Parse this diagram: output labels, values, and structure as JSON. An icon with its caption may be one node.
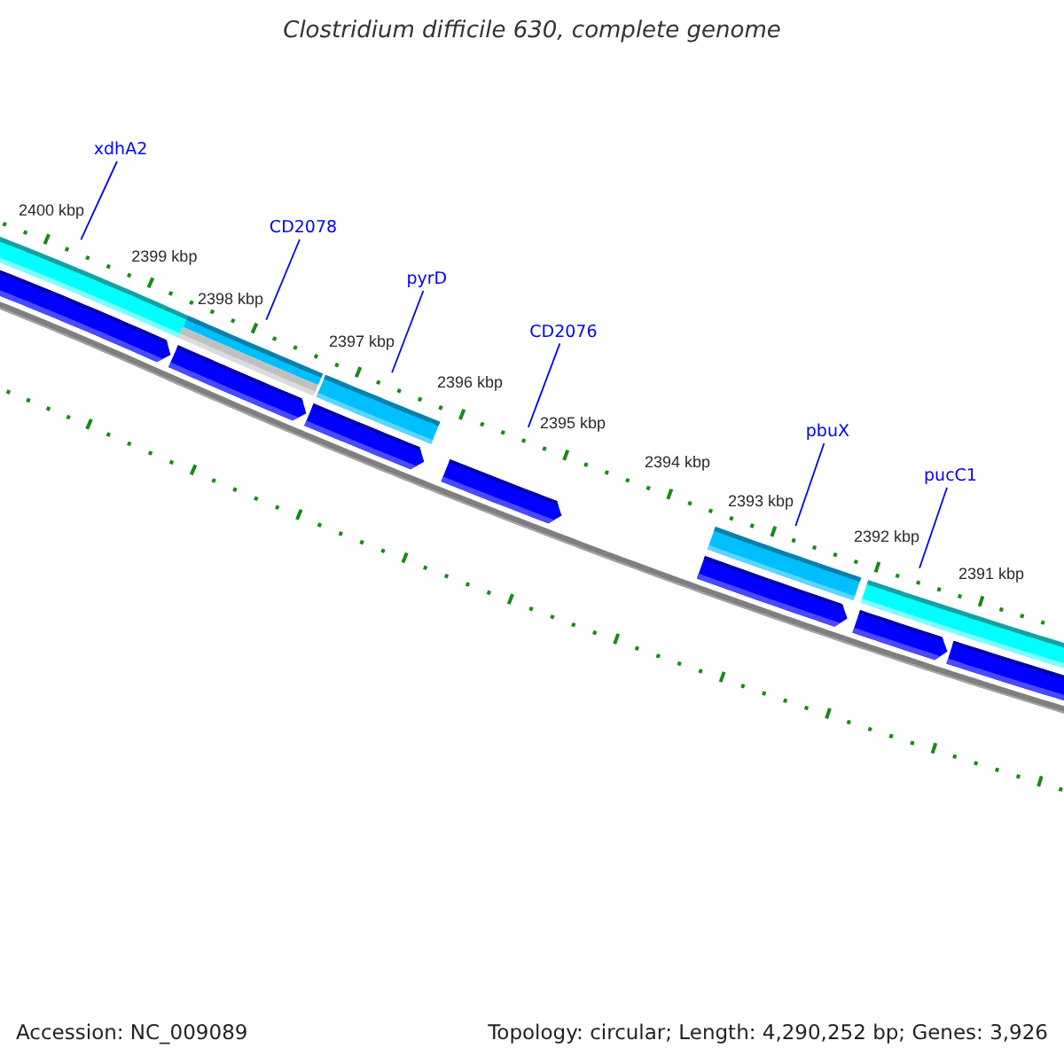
{
  "diagram": {
    "title": "Clostridium difficile 630, complete genome",
    "nodes": [
      {
        "text": [
          "xdhA2"
        ]
      },
      {
        "text": [
          "CD2078"
        ]
      },
      {
        "text": [
          "pyrD"
        ]
      },
      {
        "text": [
          "CD2076"
        ]
      },
      {
        "text": [
          "pbuX"
        ]
      },
      {
        "text": [
          "pucC1"
        ]
      },
      {
        "text": [],
        "shape": "bar"
      },
      {
        "text": [],
        "shape": "bar"
      },
      {
        "text": [],
        "shape": "bar"
      },
      {
        "text": [],
        "shape": "bar"
      },
      {
        "text": [],
        "shape": "bar"
      },
      {
        "text": [],
        "shape": "bar"
      },
      {
        "text": [],
        "shape": "pentagon"
      },
      {
        "text": [],
        "shape": "pentagon"
      },
      {
        "text": [],
        "shape": "pentagon"
      },
      {
        "text": [],
        "shape": "pentagon"
      },
      {
        "text": [],
        "shape": "pentagon"
      },
      {
        "text": [],
        "shape": "pentagon"
      },
      {
        "text": [],
        "shape": "pentagon"
      }
    ],
    "edges": [
      {
        "from": 0,
        "to": 6,
        "arrow": "none"
      },
      {
        "from": 1,
        "to": 7,
        "arrow": "none"
      },
      {
        "from": 2,
        "to": 9,
        "arrow": "none"
      },
      {
        "from": 3,
        "to": 15,
        "arrow": "none"
      },
      {
        "from": 4,
        "to": 10,
        "arrow": "none"
      },
      {
        "from": 5,
        "to": 11,
        "arrow": "none"
      }
    ],
    "labels": [
      "2400 kbp",
      "2399 kbp",
      "2398 kbp",
      "2397 kbp",
      "2396 kbp",
      "2395 kbp",
      "2394 kbp",
      "2393 kbp",
      "2392 kbp",
      "2391 kbp",
      "Accession: NC_009089",
      "Topology: circular; Length: 4,290,252 bp; Genes: 3,926"
    ]
  }
}
